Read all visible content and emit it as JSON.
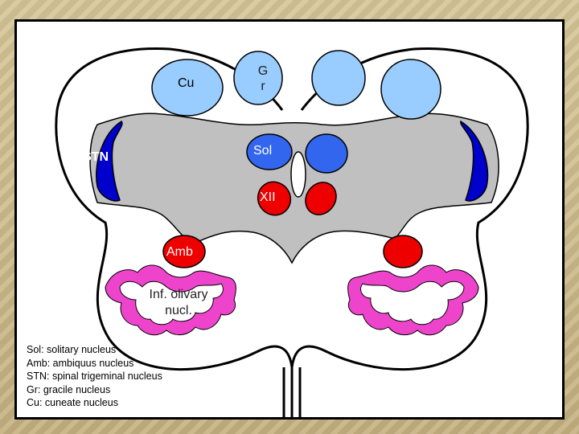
{
  "labels": {
    "cu": "Cu",
    "gr_line1": "G",
    "gr_line2": "r",
    "sol": "Sol",
    "stn": "STN",
    "xii": "XII",
    "amb": "Amb",
    "olive_line1": "Inf. olivary",
    "olive_line2": "nucl."
  },
  "legend": [
    "Sol: solitary nucleus",
    "Amb: ambiquus nucleus",
    "STN: spinal trigeminal nucleus",
    "Gr: gracile nucleus",
    "Cu: cuneate nucleus"
  ],
  "colors": {
    "gray_matter": "#c0c0c0",
    "cuneate_gracile": "#99ccff",
    "stn": "#0000cc",
    "sol": "#3366ee",
    "motor": "#ee0000",
    "olive": "#ee44cc"
  }
}
